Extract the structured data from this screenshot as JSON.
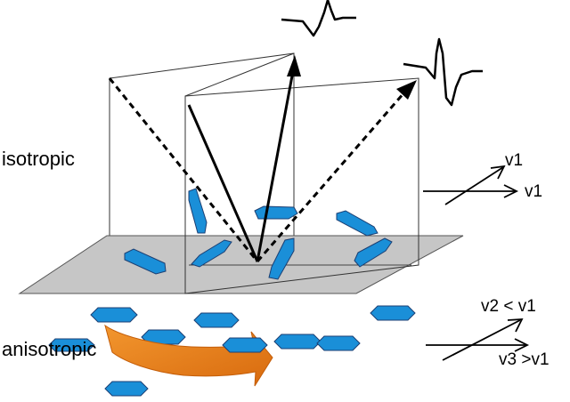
{
  "labels": {
    "isotropic": "isotropic",
    "anisotropic": "anisotropic",
    "iso_v_top": "v1",
    "iso_v_bottom": "v1",
    "aniso_v_top": "v2 < v1",
    "aniso_v_bottom": "v3 >v1"
  },
  "colors": {
    "crystal_fill": "#1a8fd8",
    "crystal_stroke": "#1c3f73",
    "plane_fill": "#c6c6c6",
    "arrow_orange": "#e07515",
    "ink": "#000000"
  }
}
